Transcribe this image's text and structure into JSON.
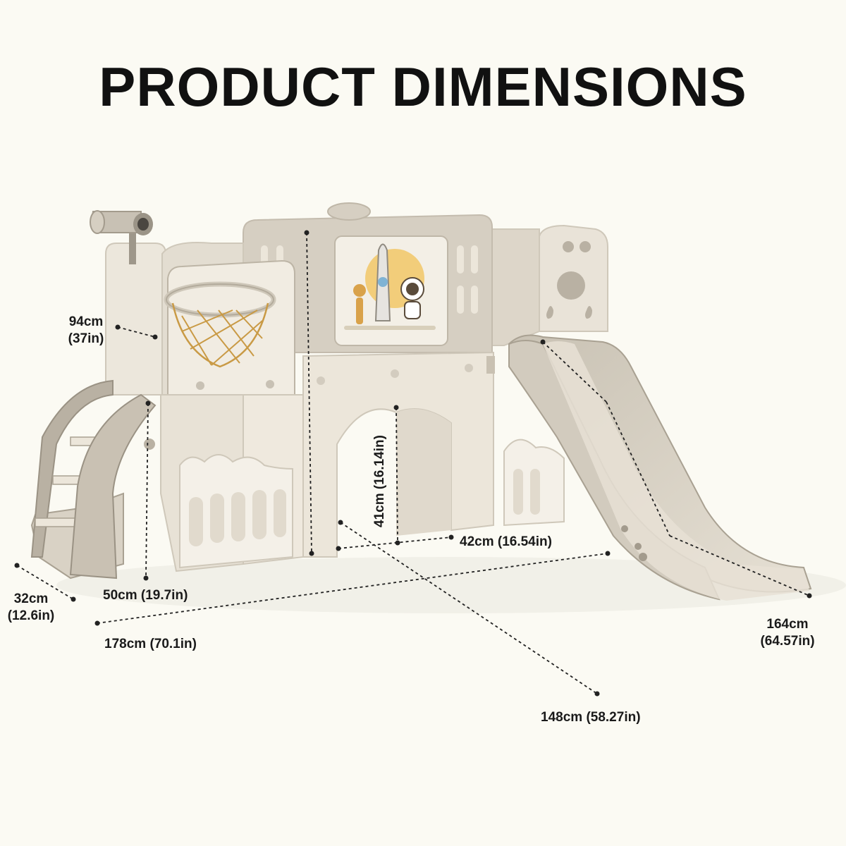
{
  "title": "PRODUCT DIMENSIONS",
  "colors": {
    "background": "#fbfaf3",
    "plastic_light": "#efe9dd",
    "plastic_mid": "#d9d2c5",
    "plastic_dark": "#b9b1a3",
    "rim_orange": "#c99a45",
    "dimension_line": "#222222"
  },
  "dimensions": {
    "height_basket": {
      "cm": "94cm",
      "in": "(37in)"
    },
    "height_step": {
      "cm": "50cm (19.7in)"
    },
    "depth_stairs": {
      "cm": "32cm",
      "in": "(12.6in)"
    },
    "total_length": {
      "cm": "178cm (70.1in)"
    },
    "tunnel_height": {
      "cm": "41cm (16.14in)"
    },
    "tunnel_width": {
      "cm": "42cm (16.54in)"
    },
    "slide_length": {
      "cm": "164cm",
      "in": "(64.57in)"
    },
    "total_depth": {
      "cm": "148cm (58.27in)"
    }
  }
}
